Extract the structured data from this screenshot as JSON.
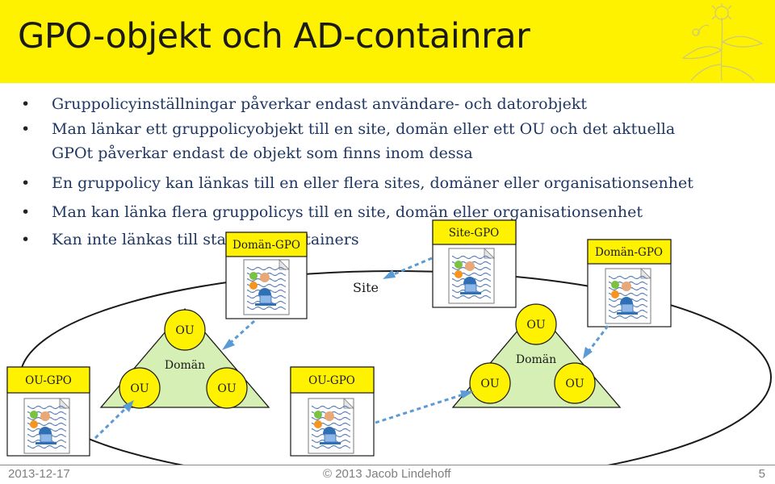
{
  "slide": {
    "title": "GPO-objekt och AD-containrar",
    "bullets": [
      "Gruppolicyinställningar påverkar endast användare- och datorobjekt",
      "Man länkar ett gruppolicyobjekt till en site, domän eller ett OU och det aktuella",
      "GPOt påverkar endast de objekt som finns inom dessa",
      "En gruppolicy kan länkas till en eller flera sites, domäner eller organisationsenhet",
      "Man kan länka flera gruppolicys till en site, domän eller organisationsenhet",
      "Kan inte länkas till standard containers"
    ]
  },
  "diagram": {
    "site_label": "Site",
    "domain_label": "Domän",
    "ou_label": "OU",
    "gpo_labels": {
      "domain_gpo": "Domän-GPO",
      "site_gpo": "Site-GPO",
      "ou_gpo": "OU-GPO"
    }
  },
  "footer": {
    "date": "2013-12-17",
    "copyright": "© 2013 Jacob Lindehoff",
    "page_number": "5"
  },
  "colors": {
    "title_bar": "#fef200",
    "label_box": "#fff200",
    "triangle_fill": "#d6efb4",
    "bullet_text": "#1f3763",
    "link_arrow": "#5b9bd5"
  }
}
